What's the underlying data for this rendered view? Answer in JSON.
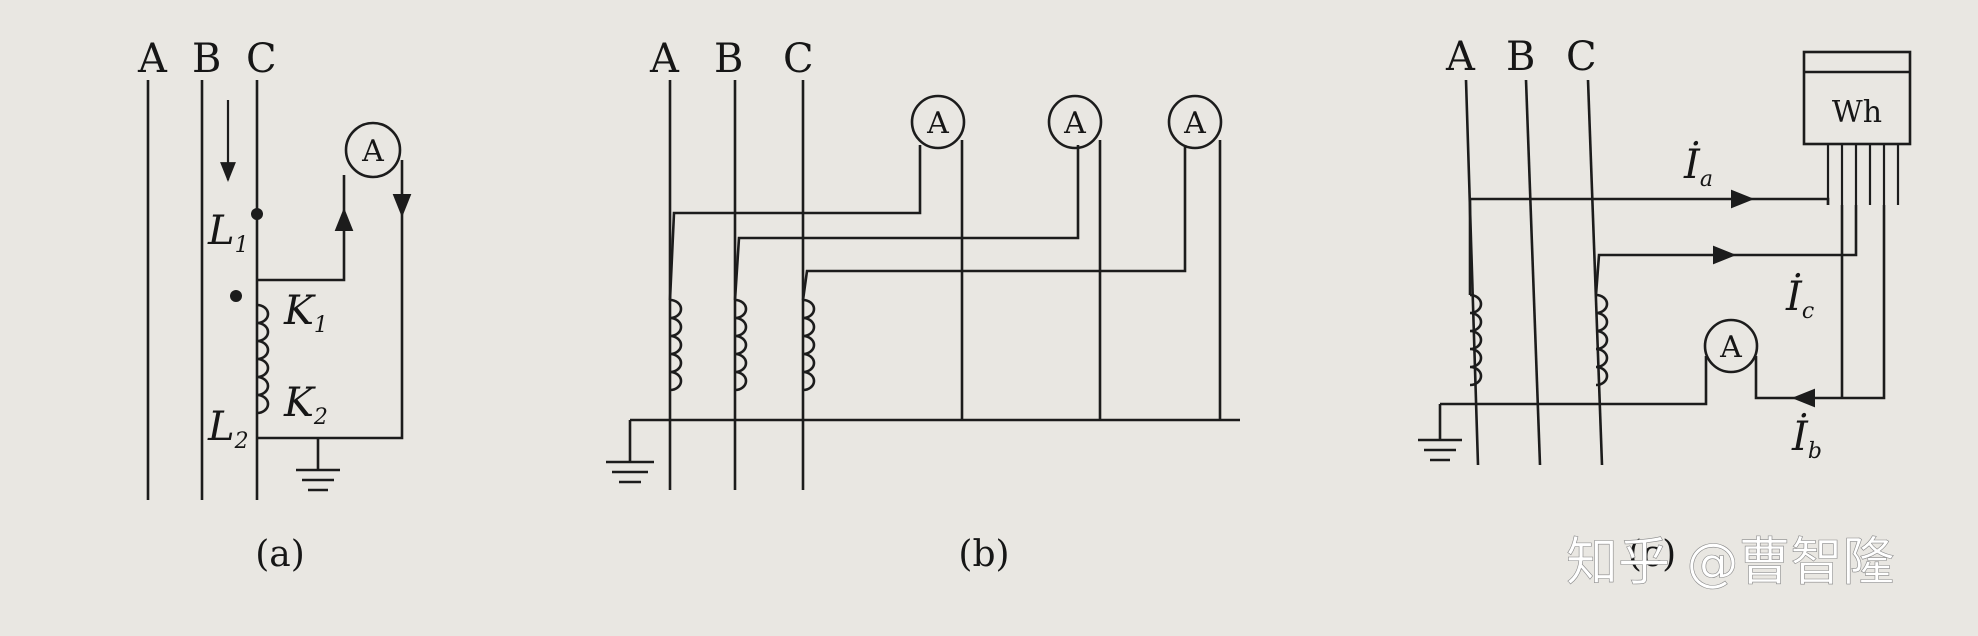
{
  "phases": [
    "A",
    "B",
    "C"
  ],
  "panel_a": {
    "caption": "(a)",
    "ammeter": "A",
    "terminals": {
      "L1": "L",
      "L1_sub": "1",
      "L2": "L",
      "L2_sub": "2",
      "K1": "K",
      "K1_sub": "1",
      "K2": "K",
      "K2_sub": "2"
    }
  },
  "panel_b": {
    "caption": "(b)",
    "ammeters": [
      "A",
      "A",
      "A"
    ]
  },
  "panel_c": {
    "caption": "(c)",
    "meter": "Wh",
    "ammeter": "A",
    "currents": [
      {
        "main": "İ",
        "sub": "a"
      },
      {
        "main": "İ",
        "sub": "c"
      },
      {
        "main": "İ",
        "sub": "b"
      }
    ]
  },
  "watermark": "知乎 @曹智隆"
}
